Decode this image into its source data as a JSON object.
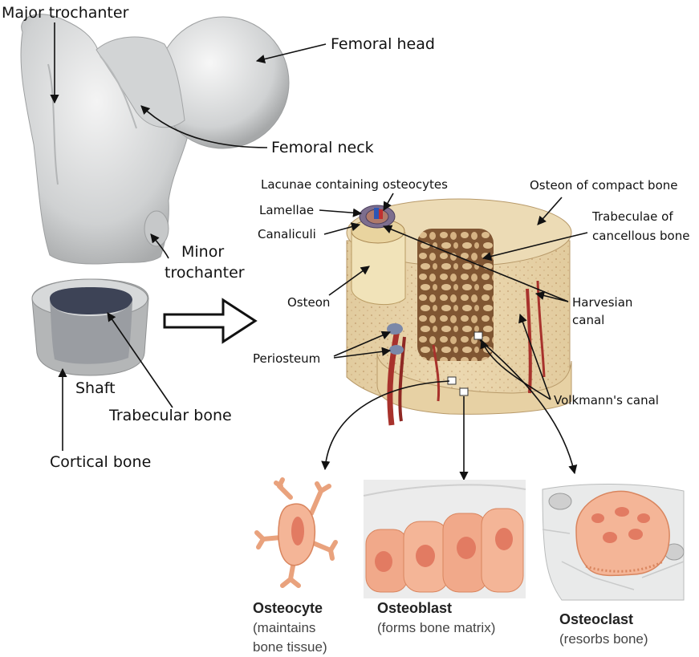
{
  "labels": {
    "major_trochanter": "Major trochanter",
    "femoral_head": "Femoral head",
    "femoral_neck": "Femoral neck",
    "minor_trochanter_1": "Minor",
    "minor_trochanter_2": "trochanter",
    "shaft": "Shaft",
    "trabecular_bone": "Trabecular bone",
    "cortical_bone": "Cortical bone",
    "lacunae": "Lacunae containing osteocytes",
    "lamellae": "Lamellae",
    "canaliculi": "Canaliculi",
    "osteon": "Osteon",
    "periosteum": "Periosteum",
    "osteon_compact": "Osteon of compact bone",
    "trabeculae_1": "Trabeculae of",
    "trabeculae_2": "cancellous bone",
    "harvesian_1": "Harvesian",
    "harvesian_2": "canal",
    "volkmann": "Volkmann's canal"
  },
  "cells": {
    "osteocyte": {
      "name": "Osteocyte",
      "desc_1": "(maintains",
      "desc_2": "bone tissue)"
    },
    "osteoblast": {
      "name": "Osteoblast",
      "desc_1": "(forms bone matrix)"
    },
    "osteoclast": {
      "name": "Osteoclast",
      "desc_1": "(resorbs bone)"
    }
  },
  "colors": {
    "bone_gray": "#c9cbcc",
    "bone_tan": "#e6d2a6",
    "cell_peach": "#f2b08e",
    "nucleus": "#e07a5f",
    "vessel_red": "#a8322c"
  }
}
